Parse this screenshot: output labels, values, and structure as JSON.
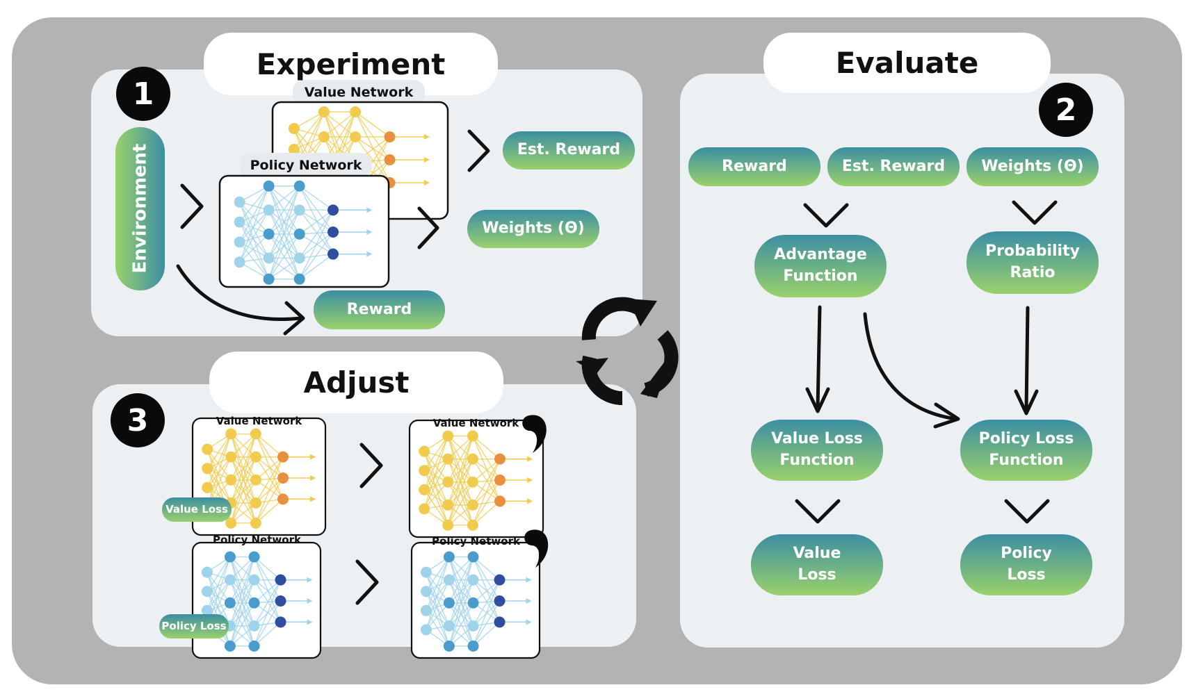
{
  "colors": {
    "outer_bg": "#b3b3b3",
    "panel_bg": "#edf0f3",
    "pill_top": "#3c8ea3",
    "pill_bottom": "#9ad16c",
    "value_net_node": "#f1cb4e",
    "value_net_output": "#ea8f3e",
    "policy_net_node": "#9fd3ea",
    "policy_net_mid": "#4a9ccc",
    "policy_net_output": "#2f4e9f"
  },
  "experiment": {
    "title": "Experiment",
    "step": "1",
    "environment": "Environment",
    "value_network": "Value Network",
    "policy_network": "Policy Network",
    "est_reward": "Est. Reward",
    "weights": "Weights (Θ)",
    "reward": "Reward"
  },
  "evaluate": {
    "title": "Evaluate",
    "step": "2",
    "reward": "Reward",
    "est_reward": "Est. Reward",
    "weights": "Weights (Θ)",
    "advantage_function": [
      "Advantage",
      "Function"
    ],
    "probability_ratio": [
      "Probability",
      "Ratio"
    ],
    "value_loss_function": [
      "Value Loss",
      "Function"
    ],
    "policy_loss_function": [
      "Policy Loss",
      "Function"
    ],
    "value_loss": [
      "Value",
      "Loss"
    ],
    "policy_loss": [
      "Policy",
      "Loss"
    ]
  },
  "adjust": {
    "title": "Adjust",
    "step": "3",
    "value_network": "Value Network",
    "policy_network": "Policy Network",
    "value_loss": "Value Loss",
    "policy_loss": "Policy Loss"
  }
}
